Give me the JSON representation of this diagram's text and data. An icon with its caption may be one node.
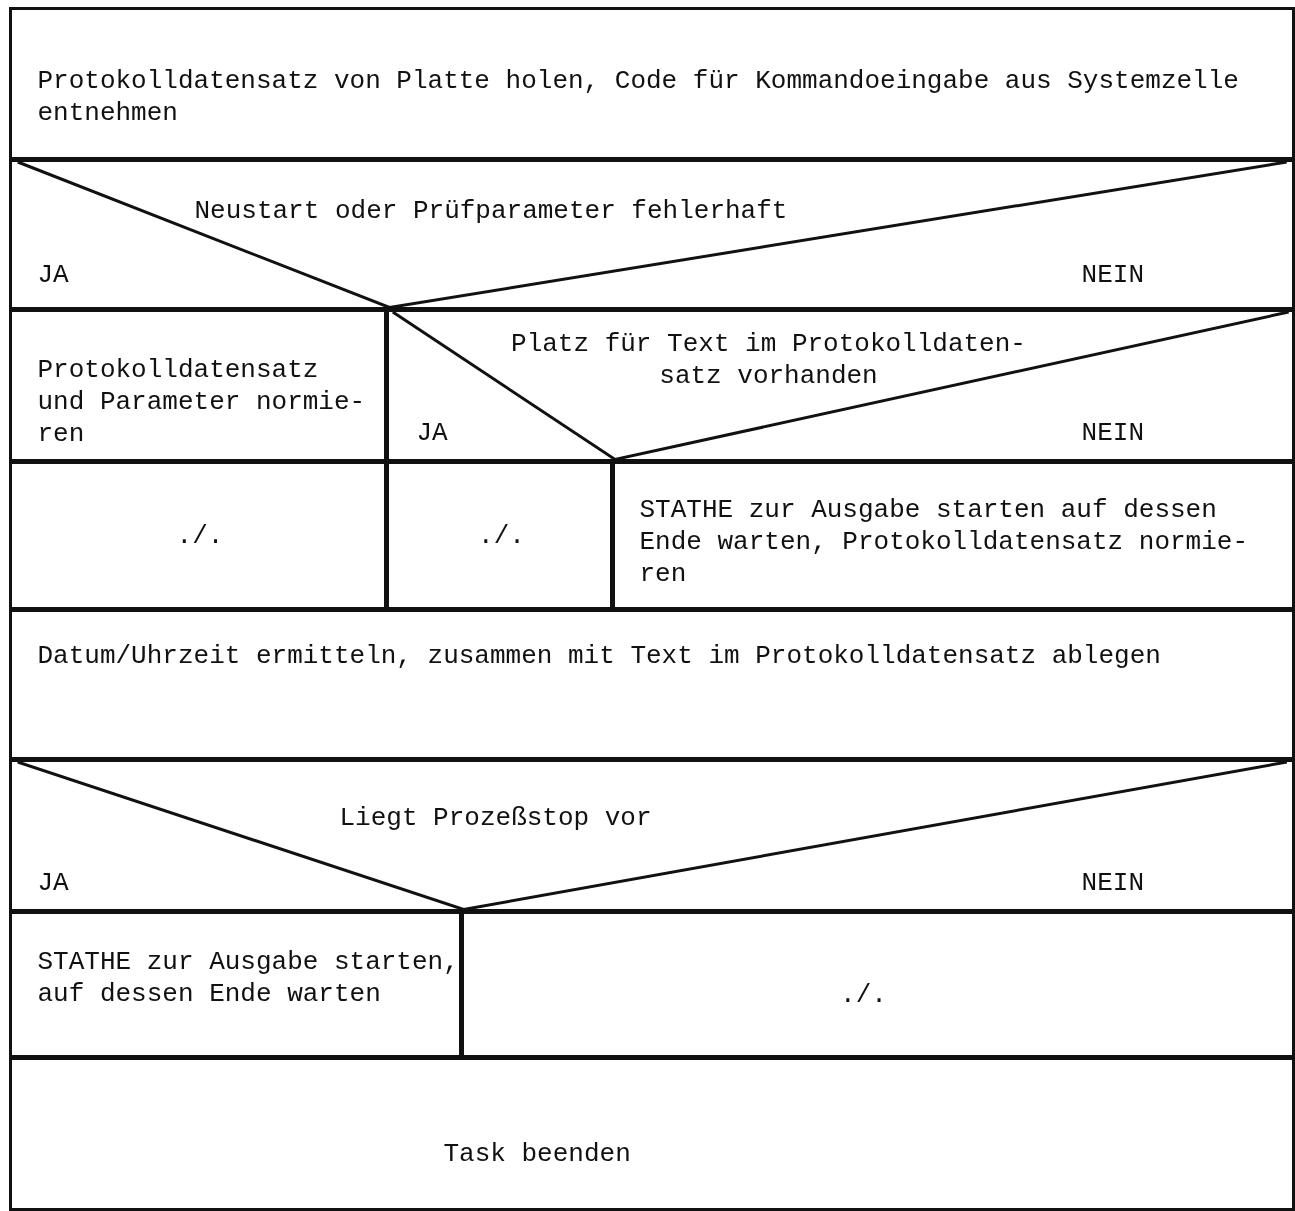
{
  "diagram": {
    "nodes": [
      {
        "text": [
          "Protokolldatensatz von Platte holen, Code für Kommandoeingabe aus Systemzelle entnehmen"
        ]
      },
      {
        "text": [
          "Neustart oder Prüfparameter fehlerhaft",
          "JA",
          "NEIN"
        ]
      },
      {
        "text": [
          "Protokolldatensatz und Parameter normie- ren"
        ]
      },
      {
        "text": [
          "Platz für Text im Protokolldaten- satz vorhanden",
          "JA",
          "NEIN"
        ]
      },
      {
        "text": [
          "./."
        ]
      },
      {
        "text": [
          "./."
        ]
      },
      {
        "text": [
          "STATHE zur Ausgabe starten auf dessen Ende warten, Protokolldatensatz normie- ren"
        ]
      },
      {
        "text": [
          "Datum/Uhrzeit ermitteln, zusammen mit Text im Protokolldatensatz ablegen"
        ]
      },
      {
        "text": [
          "Liegt Prozeßstop vor",
          "JA",
          "NEIN"
        ]
      },
      {
        "text": [
          "STATHE zur Ausgabe starten, auf dessen Ende warten"
        ]
      },
      {
        "text": [
          "./."
        ]
      },
      {
        "text": [
          "Task beenden"
        ]
      }
    ]
  }
}
